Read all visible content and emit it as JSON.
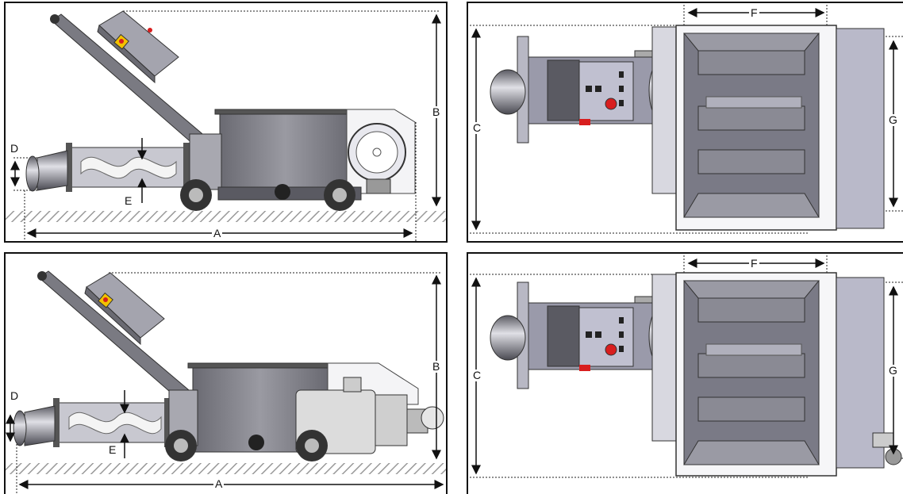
{
  "panels": [
    {
      "id": "side-top",
      "labels": {
        "A": "A",
        "B": "B",
        "D": "D",
        "E": "E"
      }
    },
    {
      "id": "plan-top",
      "labels": {
        "C": "C",
        "F": "F",
        "G": "G"
      }
    },
    {
      "id": "side-bottom",
      "labels": {
        "A": "A",
        "B": "B",
        "D": "D",
        "E": "E"
      }
    },
    {
      "id": "plan-bottom",
      "labels": {
        "C": "C",
        "F": "F",
        "G": "G"
      }
    }
  ],
  "colors": {
    "metal": "#8a8a92",
    "dark": "#4a4a52",
    "light": "#c8c8d0",
    "panel": "#b9b9c9",
    "warning": "#f2c200",
    "stop": "#d81e1e"
  }
}
